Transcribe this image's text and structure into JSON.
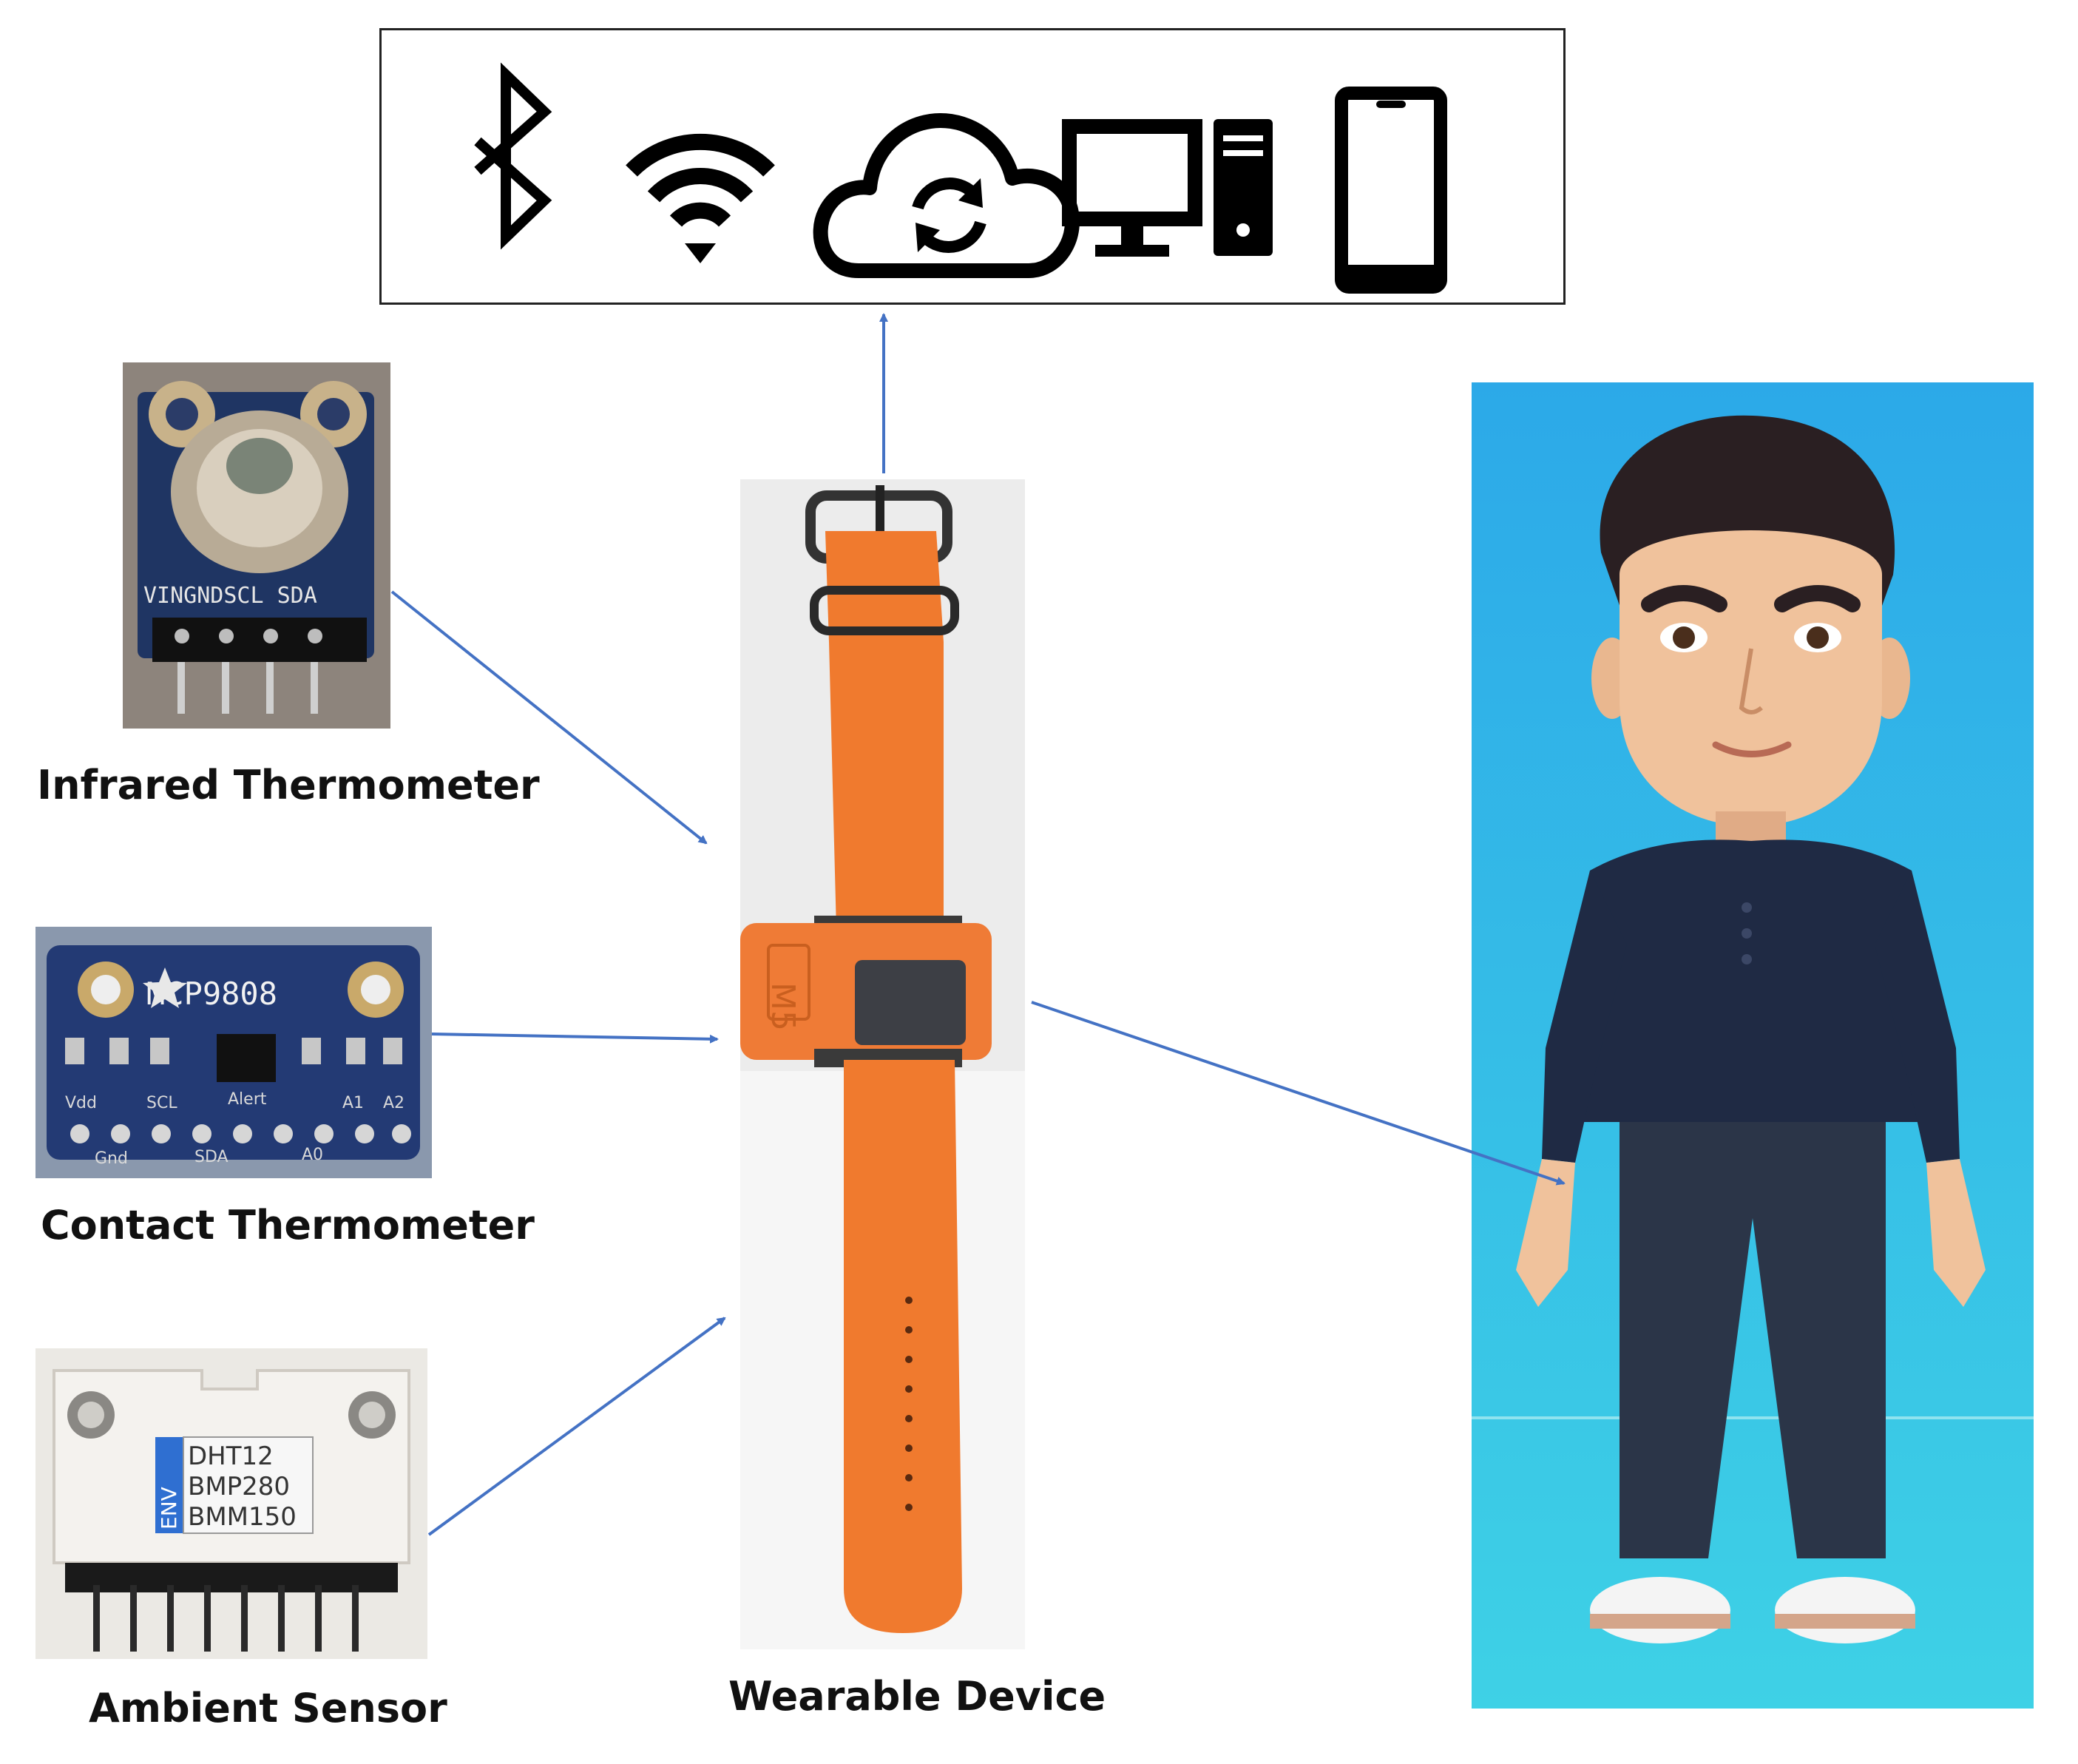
{
  "labels": {
    "infrared": "Infrared Thermometer",
    "contact": "Contact Thermometer",
    "ambient": "Ambient Sensor",
    "wearable": "Wearable Device"
  },
  "infrared_board": {
    "pins": "VINGNDSCL SDA"
  },
  "contact_board": {
    "chip": "MCP9808",
    "pin_labels_top": [
      "Vdd",
      "SCL",
      "Alert",
      "A1",
      "A2"
    ],
    "pin_labels_bottom": [
      "Gnd",
      "SDA",
      "A0"
    ]
  },
  "ambient_board": {
    "tag": "ENV",
    "sensors": [
      "DHT12",
      "BMP280",
      "BMM150"
    ]
  },
  "watch": {
    "logo": "M5"
  },
  "connectivity_icons": [
    "bluetooth-icon",
    "wifi-icon",
    "cloud-sync-icon",
    "desktop-computer-icon",
    "smartphone-icon"
  ],
  "colors": {
    "arrow": "#4472C4",
    "strap": "#F07A2E",
    "avatar_bg_top": "#2CA9E8",
    "avatar_bg_bottom": "#3ED1E6",
    "icon": "#000000"
  }
}
